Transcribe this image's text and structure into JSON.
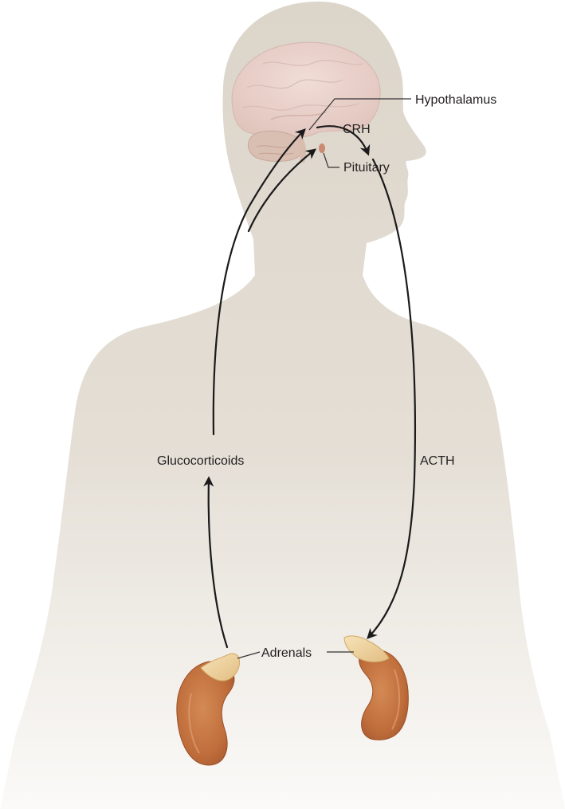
{
  "labels": {
    "hypothalamus": "Hypothalamus",
    "crh": "CRH",
    "pituitary": "Pituitary",
    "glucocorticoids": "Glucocorticoids",
    "acth": "ACTH",
    "adrenals": "Adrenals"
  },
  "colors": {
    "silhouette": "#ddd6cb",
    "brain": "#e9d2cc",
    "cerebellum": "#d9bfb2",
    "pituitary_gland": "#c98a6f",
    "kidney": "#c06f3c",
    "adrenal_gland": "#f0d6a0",
    "arrow": "#1a1a1a",
    "text": "#231f20"
  }
}
